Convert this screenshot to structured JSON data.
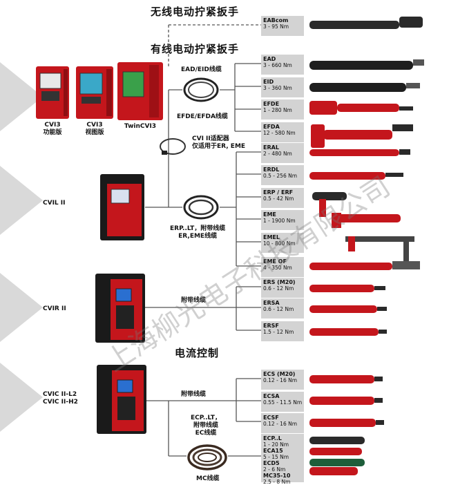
{
  "headings": {
    "cordless": "无线电动拧紧扳手",
    "corded": "有线电动拧紧扳手",
    "current_control": "电流控制"
  },
  "controllers": {
    "cvi3_function": "CVI3\n功能版",
    "cvi3_vision": "CVI3\n视图版",
    "twin_cvi3": "TwinCVI3",
    "cvil2": "CVIL II",
    "cvir2": "CVIR II",
    "cvic": "CVIC II-L2\nCVIC II-H2"
  },
  "connections": {
    "ead_eid_cable": "EAD/EID线缆",
    "efde_efda_cable": "EFDE/EFDA线缆",
    "cvi2_adapter": "CVI II适配器\n仅适用于ER, EME",
    "erp_cable": "ERP..LT，附带线缆\nER,EME线缆",
    "cable_included_r": "附带线缆",
    "cable_included_c": "附带线缆",
    "ecp_cable": "ECP..LT，\n附带线缆\nEC线缆",
    "mc_cable": "MC线缆"
  },
  "tools": [
    {
      "name": "EABcom",
      "range": "3 - 95 Nm"
    },
    {
      "name": "EAD",
      "range": "3 - 660 Nm"
    },
    {
      "name": "EID",
      "range": "3 - 360 Nm"
    },
    {
      "name": "EFDE",
      "range": "1 - 280 Nm"
    },
    {
      "name": "EFDA",
      "range": "12 - 580 Nm"
    },
    {
      "name": "ERAL",
      "range": "2 - 480 Nm"
    },
    {
      "name": "ERDL",
      "range": "0.5 - 256 Nm"
    },
    {
      "name": "ERP / ERF",
      "range": "0.5 - 42 Nm"
    },
    {
      "name": "EME",
      "range": "1 - 1900 Nm"
    },
    {
      "name": "EMEL",
      "range": "10 - 800 Nm"
    },
    {
      "name": "EME OF",
      "range": "4 - 350 Nm"
    },
    {
      "name": "ERS (M20)",
      "range": "0.6 - 12 Nm"
    },
    {
      "name": "ERSA",
      "range": "0.6 - 12 Nm"
    },
    {
      "name": "ERSF",
      "range": "1.5 - 12 Nm"
    },
    {
      "name": "ECS (M20)",
      "range": "0.12 - 16 Nm"
    },
    {
      "name": "ECSA",
      "range": "0.55 - 11.5 Nm"
    },
    {
      "name": "ECSF",
      "range": "0.12 - 16 Nm"
    }
  ],
  "ecp_group": {
    "lines": [
      "ECP..L",
      "1 - 20 Nm",
      "ECA15",
      "5 - 15 Nm",
      "ECD5",
      "2 - 6 Nm",
      "MC35-10",
      "2.5 - 8 Nm"
    ]
  },
  "watermark": "上海柳光电子科技有限公司",
  "colors": {
    "tool_red": "#c4161c",
    "box_gray": "#d3d3d3",
    "line": "#555555"
  }
}
